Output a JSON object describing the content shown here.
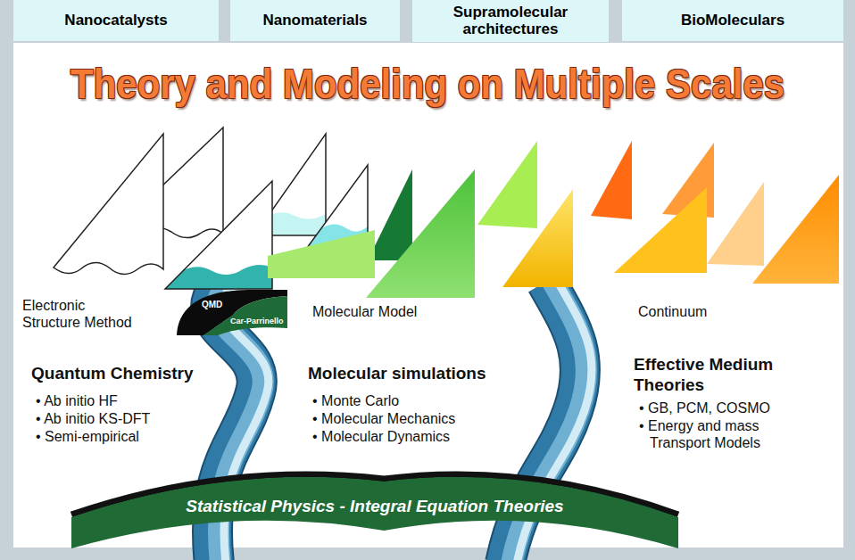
{
  "diagram": {
    "title": "Theory and Modeling on Multiple Scales",
    "nodes": [
      {
        "text": [
          "Nanocatalysts"
        ]
      },
      {
        "text": [
          "Nanomaterials"
        ]
      },
      {
        "text": [
          "Supramolecular architectures"
        ]
      },
      {
        "text": [
          "BioMoleculars"
        ]
      },
      {
        "text": [
          "QMD",
          "Car-Parrinello"
        ]
      },
      {
        "text": [
          "Statistical Physics - Integral Equation Theories"
        ]
      }
    ],
    "labels": [
      "Electronic Structure Method",
      "Molecular Model",
      "Continuum",
      "Quantum Chemistry",
      "• Ab initio HF",
      "• Ab initio KS-DFT",
      "• Semi-empirical",
      "Molecular simulations",
      "• Monte Carlo",
      "• Molecular Mechanics",
      "• Molecular Dynamics",
      "Effective Medium Theories",
      "• GB, PCM, COSMO",
      "• Energy and mass Transport Models"
    ]
  }
}
